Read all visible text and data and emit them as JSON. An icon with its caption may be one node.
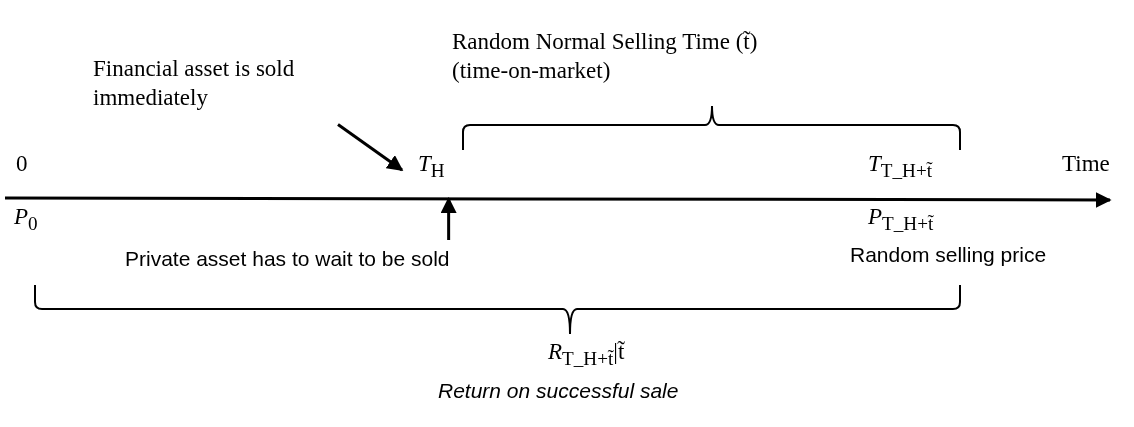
{
  "diagram": {
    "nodes": [
      {
        "text": [
          "Financial asset is sold immediately"
        ]
      },
      {
        "text": [
          "*T*$_{H}$"
        ]
      },
      {
        "text": [
          "Private asset has to wait to be sold"
        ]
      }
    ],
    "edges": [
      {
        "from": 0,
        "to": 1,
        "arrow": "to"
      },
      {
        "from": 2,
        "to": 1,
        "arrow": "to"
      }
    ],
    "labels": [
      "Random Normal Selling Time (t̃) (time-on-market)",
      "0",
      "*T*$_{T_H+t̃}$",
      "Time",
      "*P*$_{0}$",
      "*P*$_{T_H+t̃}$",
      "Random selling price",
      "*R*$_{T_H+t̃}$|t̃",
      "Return on successful sale"
    ]
  }
}
